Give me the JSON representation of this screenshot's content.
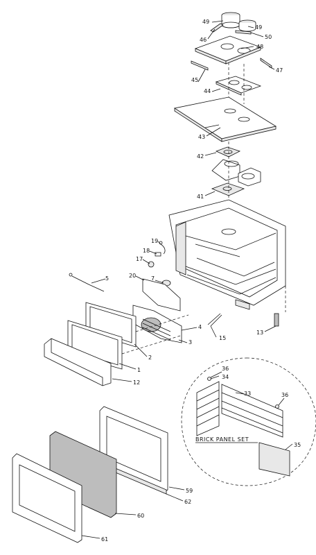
{
  "diagram": {
    "callouts": {
      "p49a": "49",
      "p49b": "49",
      "p46": "46",
      "p50": "50",
      "p48": "48",
      "p45": "45",
      "p47": "47",
      "p44": "44",
      "p43": "43",
      "p42": "42",
      "p41": "41",
      "p19": "19",
      "p18": "18",
      "p17": "17",
      "p7": "7",
      "p20": "20",
      "p5": "5",
      "p4": "4",
      "p3": "3",
      "p15": "15",
      "p13": "13",
      "p2": "2",
      "p1": "1",
      "p12": "12",
      "p36a": "36",
      "p34": "34",
      "p33": "33",
      "p36b": "36",
      "p35": "35",
      "p59": "59",
      "p62": "62",
      "p60": "60",
      "p61": "61"
    },
    "inset_caption": "BRICK PANEL SET"
  }
}
